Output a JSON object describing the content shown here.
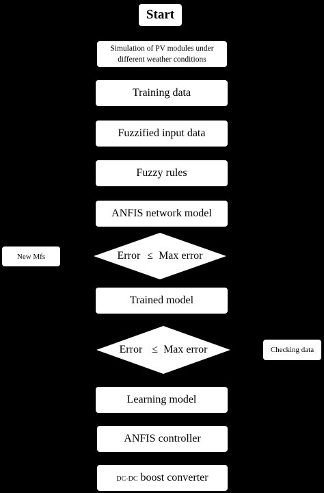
{
  "flowchart": {
    "start": "Start",
    "simulation": {
      "line1": "Simulation of PV modules under",
      "line2": "different weather conditions"
    },
    "training_data": "Training data",
    "fuzzified_input": "Fuzzified input data",
    "fuzzy_rules": "Fuzzy rules",
    "anfis_network": "ANFIS network model",
    "decision1": {
      "left": "Error",
      "symbol": "≤",
      "right": "Max error"
    },
    "trained_model": "Trained model",
    "decision2": {
      "left": "Error",
      "symbol": "≤",
      "right": "Max error"
    },
    "learning_model": "Learning model",
    "anfis_controller": "ANFIS controller",
    "dcdc": {
      "prefix": "DC-DC",
      "suffix": "boost converter"
    }
  },
  "side_boxes": {
    "new_mfs": "New Mfs",
    "checking_data": "Checking data"
  },
  "colors": {
    "background": "#000000",
    "box_fill": "#ffffff",
    "text": "#000000"
  }
}
